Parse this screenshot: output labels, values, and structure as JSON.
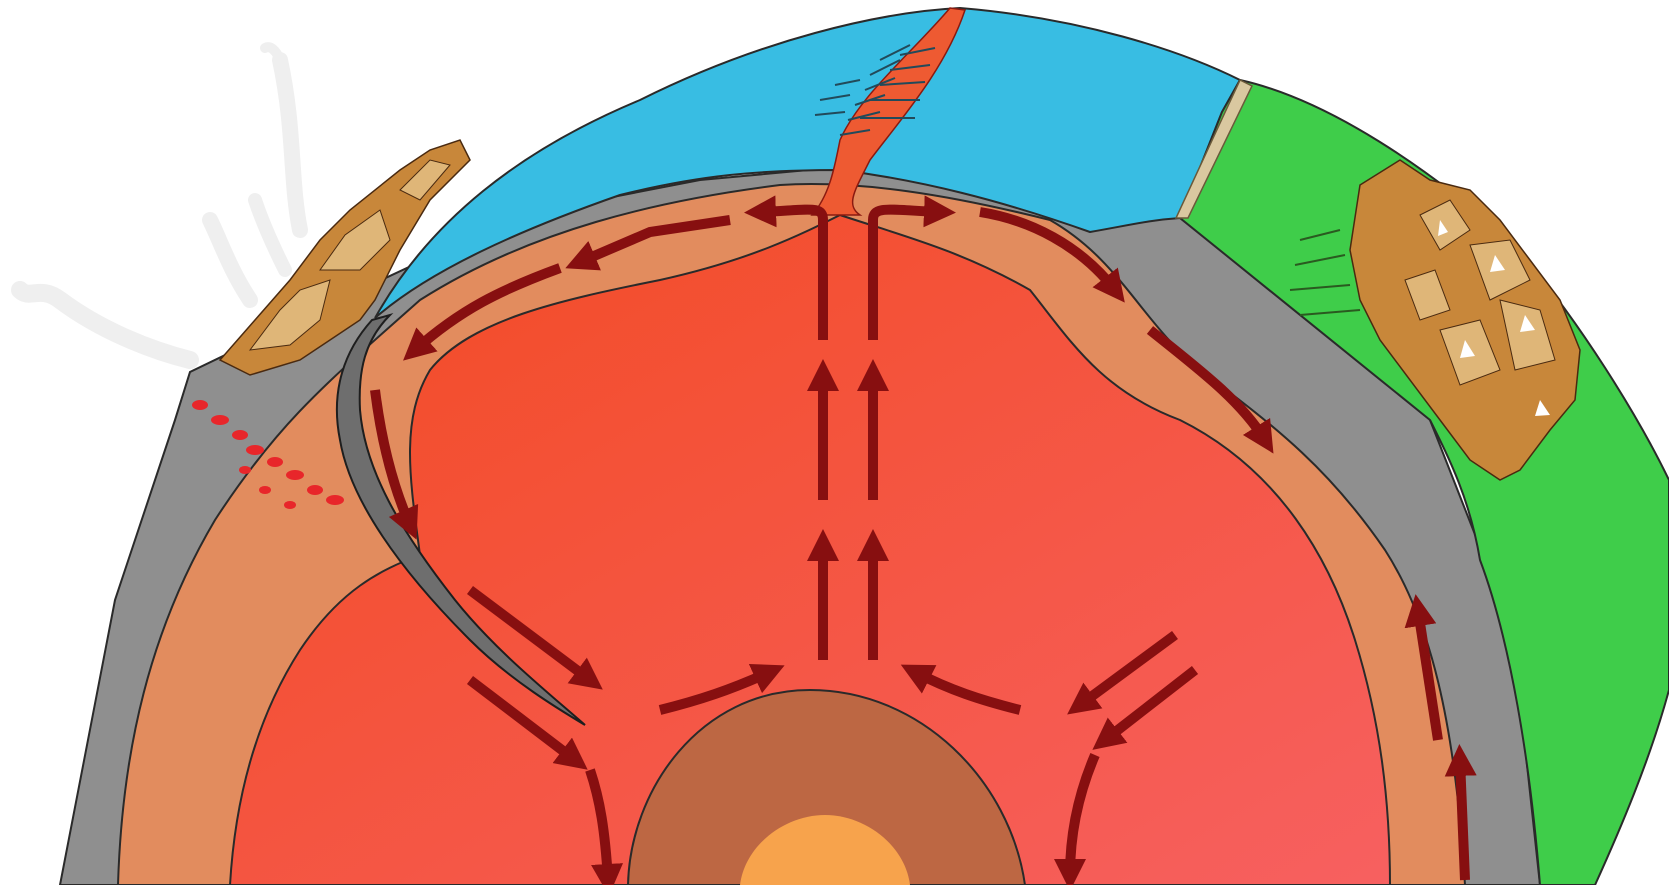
{
  "diagram": {
    "layers": [
      {
        "name": "oceanic-crust",
        "color": "#38bde3"
      },
      {
        "name": "continental-crust",
        "color": "#3fcd4a"
      },
      {
        "name": "lithosphere",
        "color": "#8f8f8f"
      },
      {
        "name": "upper-mantle",
        "color": "#e28c5e"
      },
      {
        "name": "lower-mantle",
        "color": "#f4552a"
      },
      {
        "name": "outer-core",
        "color": "#bd6743"
      },
      {
        "name": "inner-core",
        "color": "#f7a34c"
      }
    ],
    "colors": {
      "arrow": "#870f10",
      "ridge_magma": "#ee5a32",
      "subducting_slab": "#6e6e6e",
      "mountains": "#c8873a",
      "mountain_light": "#dfb678",
      "volcanic_steam": "#efefef",
      "melt_droplets": "#e8262a"
    },
    "icons": [
      "convection-arrow-icon",
      "volcano-icon",
      "mountain-range-icon",
      "mid-ocean-ridge-icon"
    ]
  }
}
